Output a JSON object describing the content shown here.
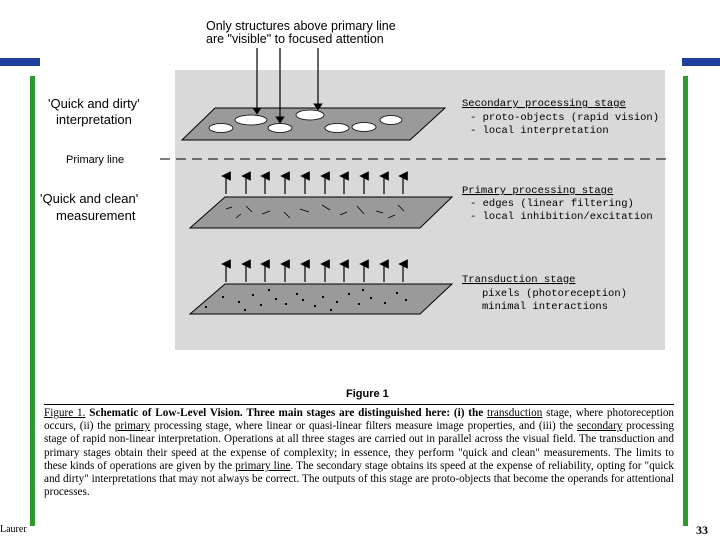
{
  "top_caption": {
    "line1": "Only structures above primary line",
    "line2": "are \"visible\" to focused attention"
  },
  "left_labels": {
    "quick_dirty_1": "'Quick and dirty'",
    "quick_dirty_2": "interpretation",
    "primary_line": "Primary line",
    "quick_clean_1": "'Quick and clean'",
    "quick_clean_2": "measurement"
  },
  "stages": {
    "secondary": {
      "title": "Secondary processing stage",
      "line1": "- proto-objects (rapid vision)",
      "line2": "- local interpretation"
    },
    "primary": {
      "title": "Primary processing stage",
      "line1": "- edges (linear filtering)",
      "line2": "- local inhibition/excitation"
    },
    "transduction": {
      "title": "Transduction stage",
      "line1": "pixels (photoreception)",
      "line2": "minimal interactions"
    }
  },
  "figure_label": "Figure 1",
  "caption": {
    "p1": "Figure 1.",
    "p2": " Schematic of Low-Level Vision.  Three main stages are distinguished here: (i) the ",
    "p3": "transduction",
    "p4": " stage, where photoreception occurs, (ii) the ",
    "p5": "primary",
    "p6": " processing stage, where linear or quasi-linear filters measure image properties, and (iii) the ",
    "p7": "secondary",
    "p8": " processing stage of rapid non-linear interpretation.  Operations at all three stages are carried out in parallel across the visual field.  The transduction and primary stages obtain their speed at the expense of complexity; in essence, they perform \"quick and clean\" measurements.  The limits to these kinds of operations are given by the ",
    "p9": "primary line",
    "p10": ".  The secondary stage obtains its speed at the expense of reliability, opting for \"quick and dirty\" interpretations that may not always be correct.  The outputs of this stage are proto-objects that become the operands for attentional processes."
  },
  "footer_left": "Laurer",
  "page_number": "33",
  "colors": {
    "accent_blue": "#1f3f9f",
    "accent_green": "#2d9a2d",
    "diagram_bg": "#d9d9d9",
    "plate_fill": "#9a9a9a"
  }
}
